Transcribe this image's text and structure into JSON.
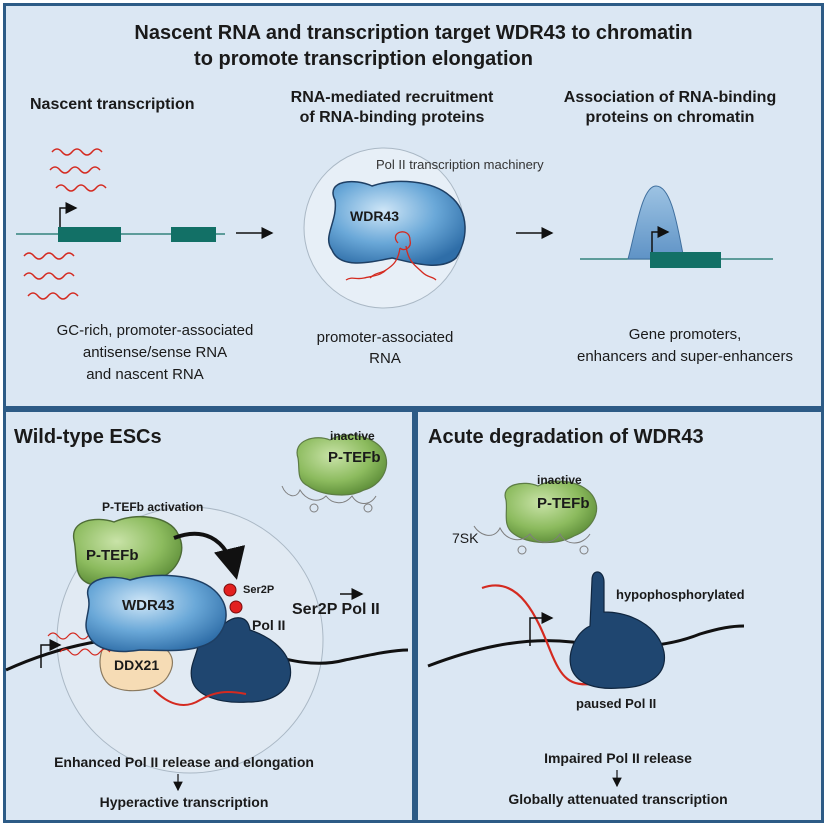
{
  "top": {
    "title_line1": "Nascent RNA and transcription target WDR43 to chromatin",
    "title_line2": "to promote transcription elongation",
    "col1_heading": "Nascent transcription",
    "col2_heading_line1": "RNA-mediated recruitment",
    "col2_heading_line2": "of RNA-binding proteins",
    "col3_heading_line1": "Association of RNA-binding",
    "col3_heading_line2": "proteins on chromatin",
    "machinery_label": "Pol II transcription machinery",
    "wdr43_label": "WDR43",
    "col1_caption_line1": "GC-rich, promoter-associated",
    "col1_caption_line2": "antisense/sense RNA",
    "col1_caption_line3": "and nascent RNA",
    "col2_caption_line1": "promoter-associated",
    "col2_caption_line2": "RNA",
    "col3_caption_line1": "Gene promoters,",
    "col3_caption_line2": "enhancers and super-enhancers"
  },
  "left": {
    "heading": "Wild-type ESCs",
    "inactive_label": "inactive",
    "ptefb_inactive_label": "P-TEFb",
    "ptefb_activation_label": "P-TEFb activation",
    "ptefb_label": "P-TEFb",
    "wdr43_label": "WDR43",
    "ddx21_label": "DDX21",
    "ser2p_label": "Ser2P",
    "polii_label": "Pol II",
    "ser2p_polii_label": "Ser2P Pol II",
    "footer_line1": "Enhanced Pol II release and elongation",
    "footer_line2": "Hyperactive transcription"
  },
  "right": {
    "heading": "Acute degradation of WDR43",
    "inactive_label": "inactive",
    "ptefb_label": "P-TEFb",
    "sk7_label": "7SK",
    "hypo_label": "hypophosphorylated",
    "paused_label": "paused Pol II",
    "footer_line1": "Impaired Pol II release",
    "footer_line2": "Globally attenuated transcription"
  },
  "colors": {
    "panel_bg": "#dbe7f3",
    "panel_border": "#2d5b86",
    "gene_box": "#127066",
    "wdr43_blue": "#6aa8d8",
    "ptefb_green": "#8cbb5e",
    "polii_navy": "#1f4670",
    "rna_red": "#d42a20",
    "ddx21_beige": "#f6dcb5"
  }
}
